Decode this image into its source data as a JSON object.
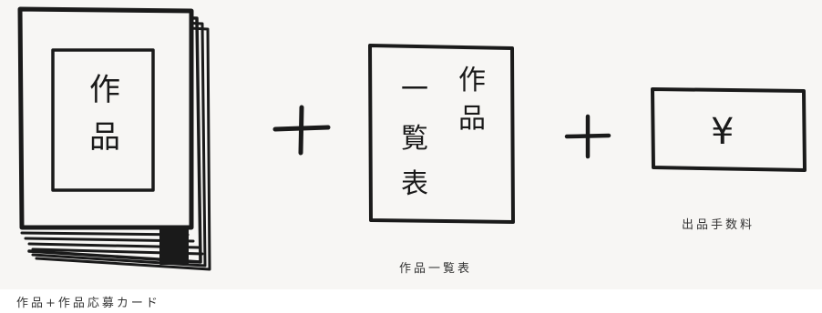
{
  "illustration": {
    "stack_card_text": [
      "作",
      "品"
    ],
    "list_sheet_text": {
      "right_column": [
        "作",
        "品"
      ],
      "left_column": [
        "一",
        "覧",
        "表"
      ]
    },
    "fee_box_symbol": "¥",
    "plus_symbols": [
      "+",
      "+"
    ]
  },
  "captions": {
    "stack": "作品+作品応募カード",
    "list": "作品一覧表",
    "fee": "出品手数料"
  },
  "colors": {
    "ink": "#1a1a1a",
    "panel": "#f7f6f4",
    "caption": "#333333"
  }
}
